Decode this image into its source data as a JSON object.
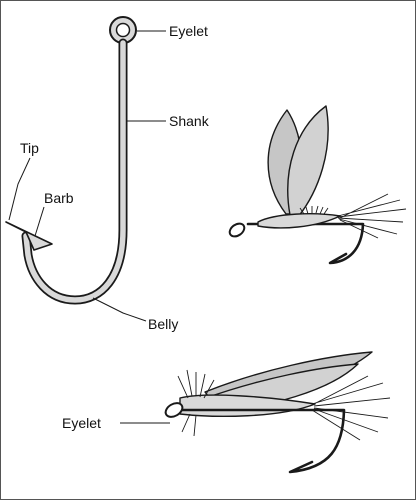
{
  "labels": {
    "eyelet_top": "Eyelet",
    "shank": "Shank",
    "tip": "Tip",
    "barb": "Barb",
    "belly": "Belly",
    "eyelet_bottom": "Eyelet"
  },
  "colors": {
    "outline": "#1a1a1a",
    "hook_fill": "#d9d9d9",
    "wing_fill": "#c6c6c6",
    "border": "#555555"
  }
}
